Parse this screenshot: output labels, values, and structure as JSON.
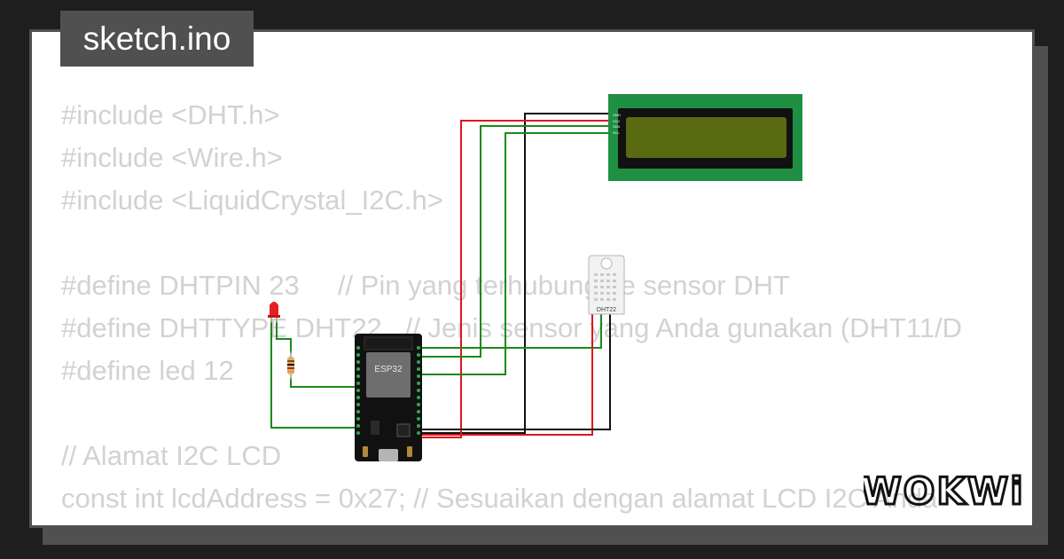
{
  "project": {
    "file_name": "sketch.ino"
  },
  "code": {
    "lines": [
      "#include <DHT.h>",
      "#include <Wire.h>",
      "#include <LiquidCrystal_I2C.h>",
      "",
      "#define DHTPIN 23     // Pin yang terhubung ke sensor DHT",
      "#define DHTTYPE DHT22   // Jenis sensor yang Anda gunakan (DHT11/D",
      "#define led 12",
      "",
      "// Alamat I2C LCD",
      "const int lcdAddress = 0x27; // Sesuaikan dengan alamat LCD I2C Anda"
    ]
  },
  "components": {
    "mcu_label": "ESP32",
    "sensor_label": "DHT22",
    "lcd_pins": [
      "GND",
      "VCC",
      "SDA",
      "SCL"
    ]
  },
  "brand": {
    "logo_text": "WOKWi"
  },
  "colors": {
    "wire_red": "#e0141e",
    "wire_green": "#1a8a1a",
    "wire_black": "#111111",
    "lcd_board": "#1f8f43",
    "lcd_screen": "#5a6a10",
    "code_text": "#d2d2d2",
    "frame": "#505050"
  }
}
